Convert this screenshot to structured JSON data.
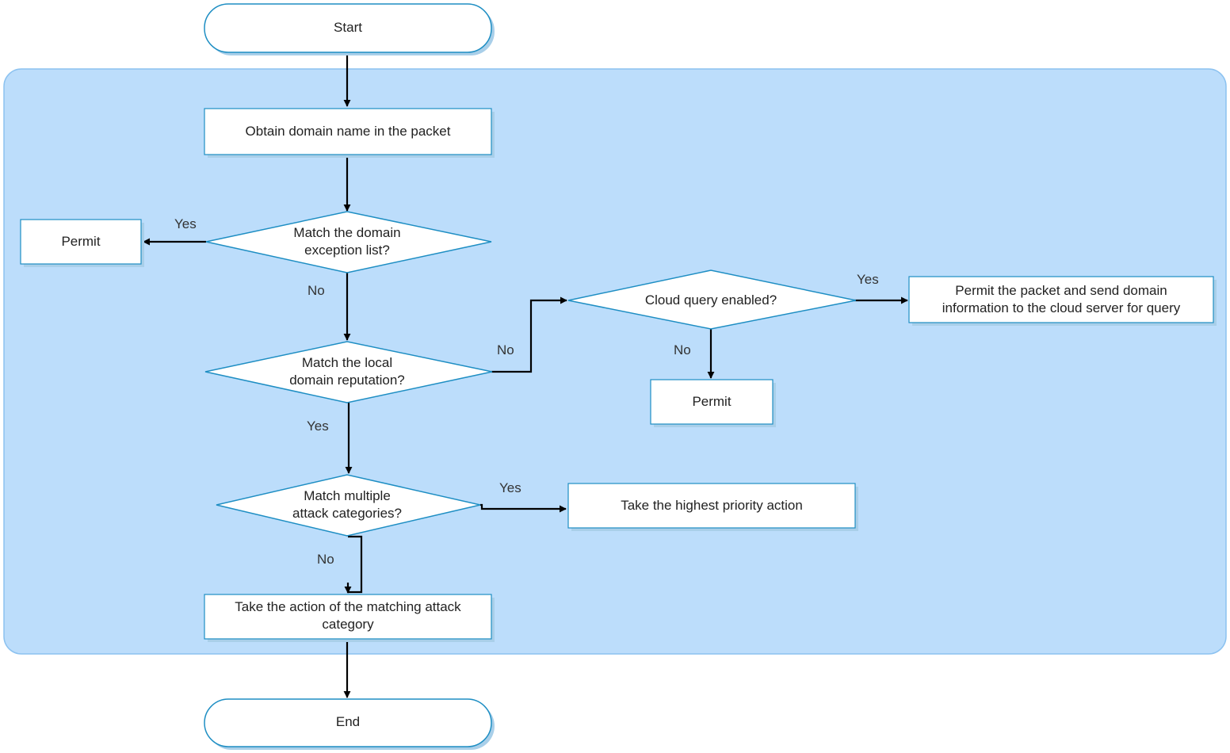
{
  "colors": {
    "region_fill": "#bcddfb",
    "region_stroke": "#8cc2f0",
    "node_stroke": "#1e8ec3",
    "node_shadow": "#a9cfe9",
    "edge": "#000000"
  },
  "nodes": {
    "start": {
      "label": "Start"
    },
    "obtain": {
      "label": "Obtain domain name in the packet"
    },
    "exception": {
      "line1": "Match the domain",
      "line2": "exception list?"
    },
    "permit_exception": {
      "label": "Permit"
    },
    "local_rep": {
      "line1": "Match the local",
      "line2": "domain reputation?"
    },
    "cloud": {
      "label": "Cloud query enabled?"
    },
    "permit_cloud": {
      "line1": "Permit the packet and send domain",
      "line2": "information to the cloud server for query"
    },
    "permit_no_cloud": {
      "label": "Permit"
    },
    "multi": {
      "line1": "Match multiple",
      "line2": "attack categories?"
    },
    "highest": {
      "label": "Take the highest priority action"
    },
    "matching": {
      "line1": "Take the action of the matching attack",
      "line2": "category"
    },
    "end": {
      "label": "End"
    }
  },
  "edges": {
    "exception_yes": "Yes",
    "exception_no": "No",
    "local_no": "No",
    "cloud_yes": "Yes",
    "cloud_no": "No",
    "local_yes": "Yes",
    "multi_yes": "Yes",
    "multi_no": "No"
  }
}
